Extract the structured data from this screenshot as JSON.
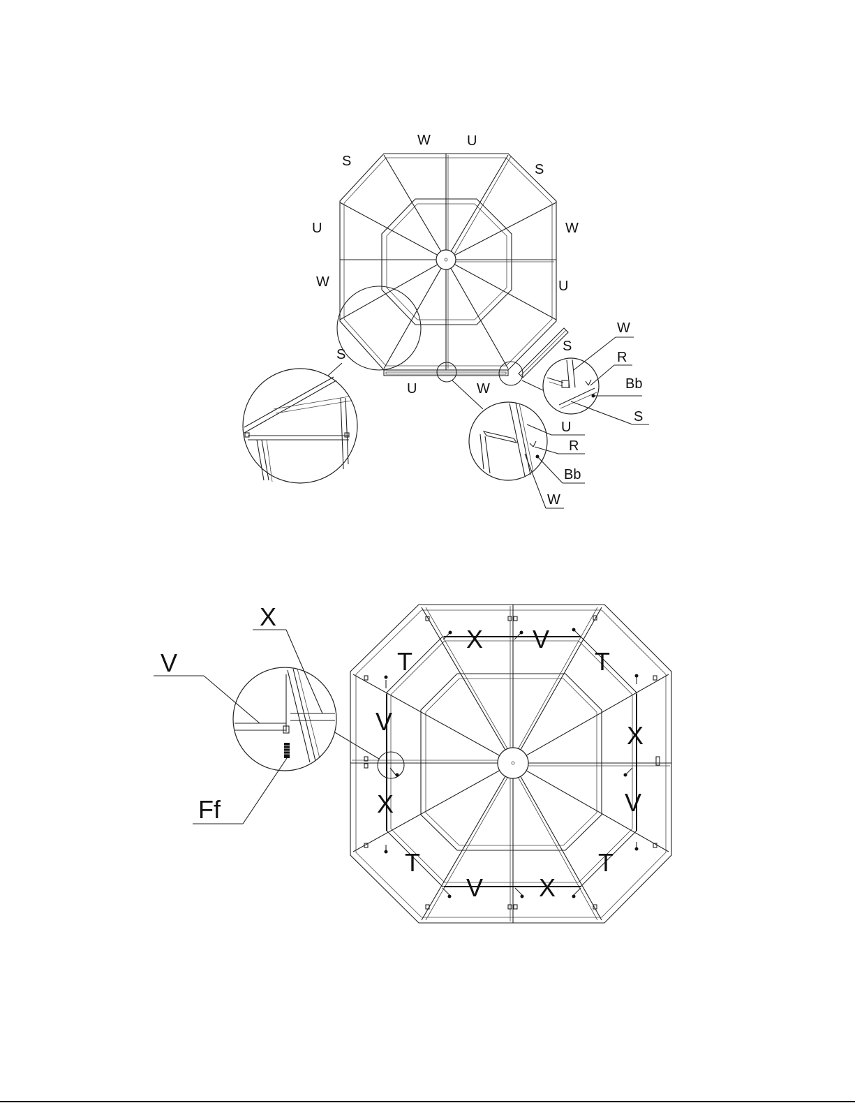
{
  "top_diagram": {
    "perimeter_labels": [
      "W",
      "U",
      "S",
      "S",
      "U",
      "W",
      "W",
      "U",
      "S",
      "U",
      "W"
    ],
    "detail_left_labels": [],
    "detail_right_labels": [
      "W",
      "S",
      "R",
      "Bb",
      "S"
    ],
    "detail_bottom_labels": [
      "U",
      "R",
      "Bb",
      "W"
    ]
  },
  "bottom_diagram": {
    "frame_labels": [
      "X",
      "V",
      "T",
      "T",
      "V",
      "X",
      "X",
      "V",
      "T",
      "T",
      "V",
      "X"
    ],
    "callout_labels": [
      "X",
      "V",
      "Ff"
    ]
  }
}
